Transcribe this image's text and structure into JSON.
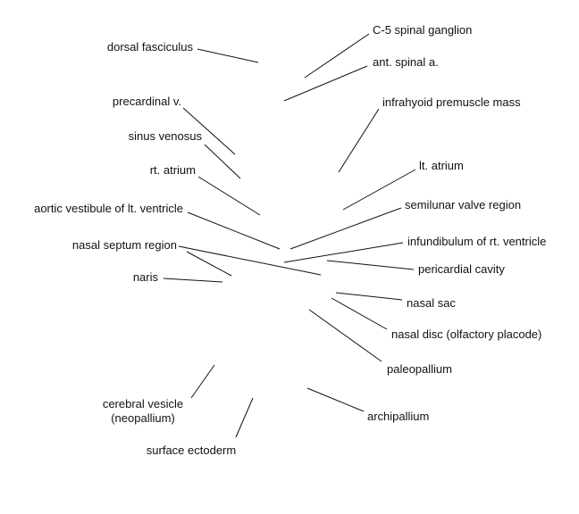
{
  "labels": {
    "dorsal_fasciculus": "dorsal fasciculus",
    "precardinal_v": "precardinal v.",
    "sinus_venosus": "sinus venosus",
    "rt_atrium": "rt. atrium",
    "aortic_vestibule": "aortic vestibule of lt. ventricle",
    "nasal_septum_region": "nasal septum region",
    "naris": "naris",
    "cerebral_vesicle_line1": "cerebral vesicle",
    "cerebral_vesicle_line2": "(neopallium)",
    "surface_ectoderm": "surface ectoderm",
    "c5_spinal_ganglion": "C-5 spinal ganglion",
    "ant_spinal_a": "ant. spinal a.",
    "infrahyoid_premuscle_mass": "infrahyoid premuscle mass",
    "lt_atrium": "lt. atrium",
    "semilunar_valve_region": "semilunar valve region",
    "infundibulum_rt_ventricle": "infundibulum of rt. ventricle",
    "pericardial_cavity": "pericardial cavity",
    "nasal_sac": "nasal sac",
    "nasal_disc": "nasal disc (olfactory placode)",
    "paleopallium": "paleopallium",
    "archipallium": "archipallium"
  }
}
